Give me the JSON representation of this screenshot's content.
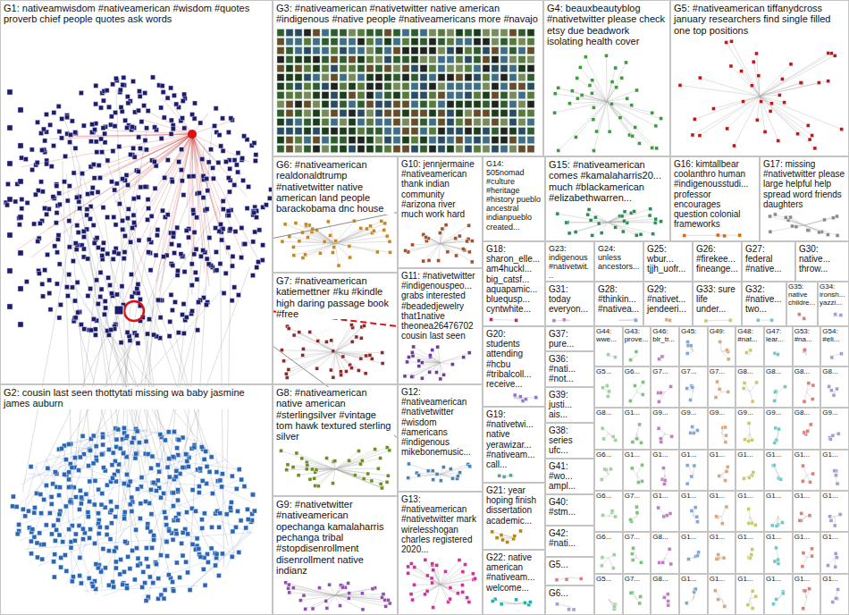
{
  "diagram": {
    "nodes": [
      {
        "text": [
          "G1: nativeamwisdom #nativeamerican #wisdom #quotes proverb chief people quotes ask words"
        ]
      },
      {
        "text": [
          "G2: cousin last seen thottytati missing wa baby jasmine james auburn"
        ]
      },
      {
        "text": [
          "G3: #nativeamerican #nativetwitter native american #indigenous #native people #nativeamericans more #navajo"
        ]
      },
      {
        "text": [
          "G4: beauxbeautyblog #nativetwitter please check etsy due beadwork isolating health cover"
        ]
      },
      {
        "text": [
          "G5: #nativeamerican tiffanydcross january researchers find single filled one top positions"
        ]
      },
      {
        "text": [
          "G6: #nativeamerican realdonaldtrump #nativetwitter native american land people barackobama dnc house"
        ]
      },
      {
        "text": [
          "G7: #nativeamerican katiemettner #ku #kindle high daring passage book #free"
        ]
      },
      {
        "text": [
          "G8: #nativeamerican native american #sterlingsilver #vintage tom hawk textured sterling silver"
        ]
      },
      {
        "text": [
          "G9: #nativetwitter #nativeamerican opechanga kamalaharris pechanga tribal #stopdisenrollment disenrollment native indianz"
        ]
      },
      {
        "text": [
          "G10: jennjermaine #nativeamerican thank indian community #arizona river much work hard"
        ]
      },
      {
        "text": [
          "G11: #nativetwitter #indigenouspeo... grabs interested #beadedjewelry that1native theonea26476702 cousin last seen"
        ]
      },
      {
        "text": [
          "G12: #nativeamerican #nativetwitter #wisdom #americans #indigenous mikebonemusic..."
        ]
      },
      {
        "text": [
          "G13: #nativeamerican #nativetwitter mark wirelesshogan charles registered 2020..."
        ]
      },
      {
        "text": [
          "G14: 505nomad #culture #heritage #history pueblo ancestral indianpueblo created..."
        ]
      },
      {
        "text": [
          "G15: #nativeamerican comes #kamalaharris20... much #blackamerican #elizabethwarren..."
        ]
      },
      {
        "text": [
          "G16: kimtallbear coolanthro human #indigenousstudi... professor encourages question colonial frameworks"
        ]
      },
      {
        "text": [
          "G17: missing #nativetwitter please large helpful help spread word friends daughters"
        ]
      },
      {
        "text": [
          "G18: sharon_elle... am4huckl... big_catsf... aquapamic... bluequsp... cyntwhite..."
        ]
      },
      {
        "text": [
          "G19: #nativetwi... native yerawizar... #nativeam... call..."
        ]
      },
      {
        "text": [
          "G20: students attending #hcbu #tribalcoll... receive..."
        ]
      },
      {
        "text": [
          "G21: year hoping finish dissertation academic..."
        ]
      },
      {
        "text": [
          "G22: native american #nativeam... welcome..."
        ]
      },
      {
        "text": [
          "G23: indigenous #nativetwit..."
        ]
      },
      {
        "text": [
          "G24: unless ancestors..."
        ]
      },
      {
        "text": [
          "G25: wbur... tjjh_uofr..."
        ]
      },
      {
        "text": [
          "G26: #firekee... fineange..."
        ]
      },
      {
        "text": [
          "G27: federal #native..."
        ]
      },
      {
        "text": [
          "G30: native... throw..."
        ]
      },
      {
        "text": [
          "G31: today everyon..."
        ]
      },
      {
        "text": [
          "G28: #thinkin... #nativea..."
        ]
      },
      {
        "text": [
          "G29: #nativet... jendeeri..."
        ]
      },
      {
        "text": [
          "G33: sure life under..."
        ]
      },
      {
        "text": [
          "G32: #native... two..."
        ]
      },
      {
        "text": [
          "G35: native childre..."
        ]
      },
      {
        "text": [
          "G34: ironsh... yazzi..."
        ]
      },
      {
        "text": [
          "G37: pure..."
        ]
      },
      {
        "text": [
          "G36: #nati... #not..."
        ]
      },
      {
        "text": [
          "G39: justi... ais..."
        ]
      },
      {
        "text": [
          "G38: series ufc..."
        ]
      },
      {
        "text": [
          "G41: #wo... ampl..."
        ]
      },
      {
        "text": [
          "G40: #stm..."
        ]
      },
      {
        "text": [
          "G42: #nati..."
        ]
      },
      {
        "text": [
          "G5..."
        ]
      },
      {
        "text": [
          "G6..."
        ]
      },
      {
        "text": [
          "G44: wwe..."
        ]
      },
      {
        "text": [
          "G43: prove..."
        ]
      },
      {
        "text": [
          "G46: blr_tr..."
        ]
      },
      {
        "text": [
          "G45:"
        ]
      },
      {
        "text": [
          "G49:"
        ]
      },
      {
        "text": [
          "G48: #nat..."
        ]
      },
      {
        "text": [
          "G47: lear..."
        ]
      },
      {
        "text": [
          "G53: #na..."
        ]
      },
      {
        "text": [
          "G54: #eli..."
        ]
      },
      {
        "text": [
          "G5..."
        ]
      },
      {
        "text": [
          "G6..."
        ]
      },
      {
        "text": [
          "G7..."
        ]
      },
      {
        "text": [
          "G7..."
        ]
      },
      {
        "text": [
          "G7..."
        ]
      },
      {
        "text": [
          "G8..."
        ]
      },
      {
        "text": [
          "G8..."
        ]
      },
      {
        "text": [
          "G8..."
        ]
      },
      {
        "text": [
          "G8..."
        ]
      },
      {
        "text": [
          "G8..."
        ]
      },
      {
        "text": [
          "G1..."
        ]
      },
      {
        "text": [
          "G9..."
        ]
      },
      {
        "text": [
          "G9..."
        ]
      },
      {
        "text": [
          "G9..."
        ]
      },
      {
        "text": [
          "G9..."
        ]
      },
      {
        "text": [
          "G9..."
        ]
      },
      {
        "text": [
          "G8..."
        ]
      },
      {
        "text": [
          "G9..."
        ]
      },
      {
        "text": [
          "G6..."
        ]
      },
      {
        "text": [
          "G1..."
        ]
      },
      {
        "text": [
          "G1..."
        ]
      },
      {
        "text": [
          "G1..."
        ]
      },
      {
        "text": [
          "G1..."
        ]
      },
      {
        "text": [
          "G1..."
        ]
      },
      {
        "text": [
          "G1..."
        ]
      },
      {
        "text": [
          "G1..."
        ]
      },
      {
        "text": [
          "G1..."
        ]
      },
      {
        "text": [
          "G6..."
        ]
      },
      {
        "text": [
          "G7..."
        ]
      },
      {
        "text": [
          "G1..."
        ]
      },
      {
        "text": [
          "G1..."
        ]
      },
      {
        "text": [
          "G1..."
        ]
      },
      {
        "text": [
          "G1..."
        ]
      },
      {
        "text": [
          "G1..."
        ]
      },
      {
        "text": [
          "G1..."
        ]
      },
      {
        "text": [
          "G1..."
        ]
      },
      {
        "text": [
          "G6..."
        ]
      },
      {
        "text": [
          "G7..."
        ]
      },
      {
        "text": [
          "G8..."
        ]
      },
      {
        "text": [
          "G1..."
        ]
      },
      {
        "text": [
          "G1..."
        ]
      },
      {
        "text": [
          "G1..."
        ]
      },
      {
        "text": [
          "G1..."
        ]
      },
      {
        "text": [
          "G1..."
        ]
      },
      {
        "text": [
          "G1..."
        ]
      },
      {
        "text": [
          "G5..."
        ]
      },
      {
        "text": [
          "G7..."
        ]
      },
      {
        "text": [
          "G8..."
        ]
      },
      {
        "text": [
          "G1..."
        ]
      },
      {
        "text": [
          "G1..."
        ]
      },
      {
        "text": [
          "G1..."
        ]
      },
      {
        "text": [
          "G1..."
        ]
      },
      {
        "text": [
          "G1..."
        ]
      },
      {
        "text": [
          "G1..."
        ]
      }
    ],
    "edges": [
      {
        "from": 0,
        "to": 9,
        "arrow": "none"
      },
      {
        "from": 0,
        "to": 10,
        "arrow": "none"
      },
      {
        "from": 0,
        "to": 11,
        "arrow": "none"
      }
    ]
  }
}
